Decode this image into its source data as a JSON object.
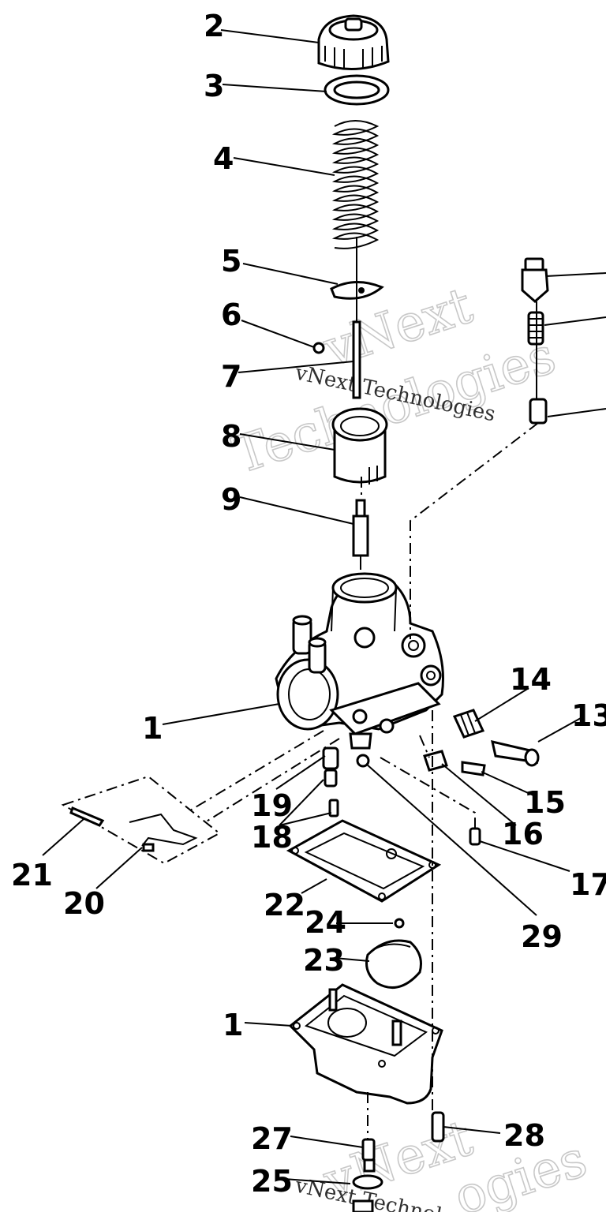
{
  "diagram": {
    "callouts": [
      "2",
      "3",
      "4",
      "5",
      "6",
      "7",
      "8",
      "9",
      "1",
      "14",
      "13",
      "15",
      "19",
      "18",
      "16",
      "17",
      "21",
      "20",
      "22",
      "29",
      "24",
      "23",
      "1",
      "28",
      "27",
      "25"
    ],
    "watermarks": {
      "outline_1": "vNext",
      "outline_2": "Technologies",
      "text_1": "vNext Technologies",
      "outline_3": "vNext",
      "outline_4": "ogies",
      "text_2": "vNext Technologies"
    }
  }
}
